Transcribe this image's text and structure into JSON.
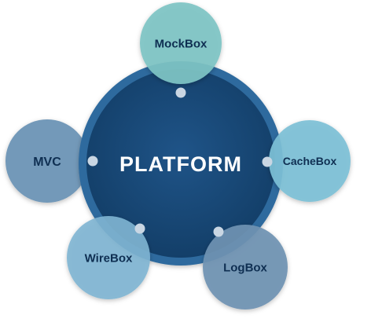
{
  "center": {
    "label": "PLATFORM",
    "color": "#1b4a78",
    "ring_color": "#2d6a9e",
    "text_color": "#ffffff"
  },
  "satellites": [
    {
      "id": "mockbox",
      "label": "MockBox",
      "color": "#7ec4c4",
      "text_color": "#0f2f52"
    },
    {
      "id": "cachebox",
      "label": "CacheBox",
      "color": "#7dc0d6",
      "text_color": "#0f2f52"
    },
    {
      "id": "logbox",
      "label": "LogBox",
      "color": "#6f93b2",
      "text_color": "#0f2f52"
    },
    {
      "id": "wirebox",
      "label": "WireBox",
      "color": "#7fb5d3",
      "text_color": "#0f2f52"
    },
    {
      "id": "mvc",
      "label": "MVC",
      "color": "#7399b9",
      "text_color": "#0f2f52"
    }
  ],
  "connector_dot_color": "#c9d6e3"
}
